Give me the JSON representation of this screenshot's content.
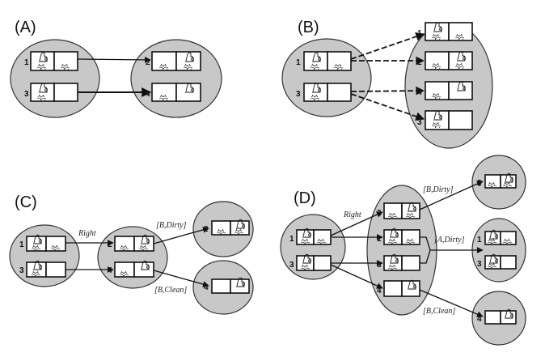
{
  "panels": [
    {
      "id": "A",
      "label": "(A)"
    },
    {
      "id": "B",
      "label": "(B)"
    },
    {
      "id": "C",
      "label": "(C)"
    },
    {
      "id": "D",
      "label": "(D)"
    }
  ],
  "states": {
    "s1": "1",
    "s2": "2",
    "s3": "3",
    "s4": "4"
  },
  "panel_A": {
    "left_top": "1",
    "left_bottom": "3",
    "right_top": "2",
    "right_bottom": "4"
  },
  "panel_B": {
    "left_top": "1",
    "left_bottom": "3",
    "r1": "1",
    "r2": "2",
    "r3": "4",
    "r4": "3"
  },
  "panel_C": {
    "left_top": "1",
    "left_bottom": "3",
    "mid_top": "2",
    "mid_bottom": "4",
    "right_top": "2",
    "right_bottom": "4",
    "edge_right": "Right",
    "edge_dirty": "[B,Dirty]",
    "edge_clean": "[B,Clean]"
  },
  "panel_D": {
    "left_top": "1",
    "left_bottom": "3",
    "m1": "2",
    "m2": "1",
    "m3": "3",
    "m4": "4",
    "r_top": "2",
    "r_mid_top": "1",
    "r_mid_bottom": "3",
    "r_bottom": "4",
    "edge_right": "Right",
    "edge_b_dirty": "[B,Dirty]",
    "edge_a_dirty": "[A,Dirty]",
    "edge_b_clean": "[B,Clean]"
  }
}
